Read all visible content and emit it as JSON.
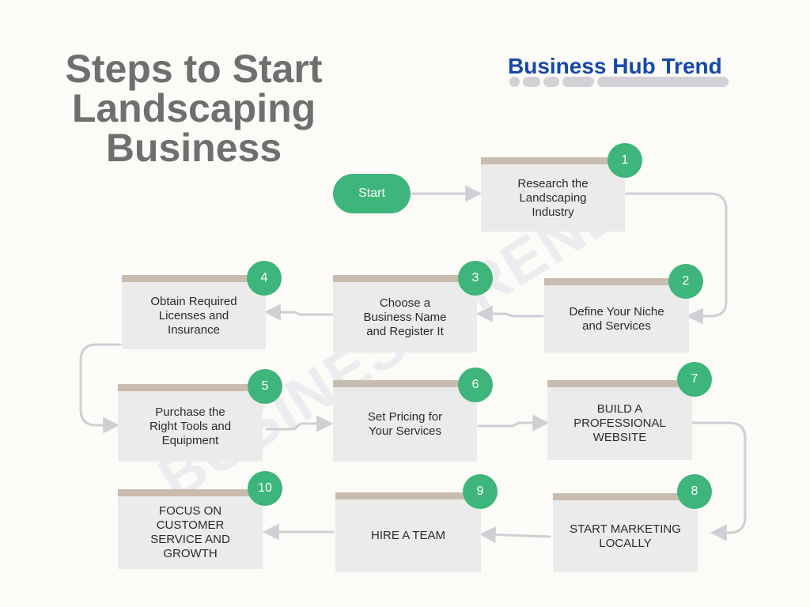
{
  "title": {
    "line1": "Steps to Start",
    "line2": "Landscaping",
    "line3": "Business"
  },
  "brand": {
    "name": "Business Hub Trend"
  },
  "watermark": "BUSINESSTREND",
  "start": {
    "label": "Start"
  },
  "steps": [
    {
      "number": "1",
      "label": "Research the\nLandscaping\nIndustry"
    },
    {
      "number": "2",
      "label": "Define Your Niche\nand Services"
    },
    {
      "number": "3",
      "label": "Choose a\nBusiness Name\nand Register It"
    },
    {
      "number": "4",
      "label": "Obtain Required\nLicenses and\nInsurance"
    },
    {
      "number": "5",
      "label": "Purchase the\nRight Tools and\nEquipment"
    },
    {
      "number": "6",
      "label": "Set Pricing for\nYour Services"
    },
    {
      "number": "7",
      "label": "BUILD A PROFESSIONAL\nWEBSITE"
    },
    {
      "number": "8",
      "label": "START MARKETING\nLOCALLY"
    },
    {
      "number": "9",
      "label": "HIRE A TEAM"
    },
    {
      "number": "10",
      "label": "FOCUS ON CUSTOMER\nSERVICE AND GROWTH"
    }
  ],
  "colors": {
    "accent": "#3eb57a",
    "brand": "#1549a8",
    "title": "#6f6f6f",
    "card": "#ebebeb",
    "card_top": "#c9bcae",
    "connector": "#cfcfd6"
  }
}
